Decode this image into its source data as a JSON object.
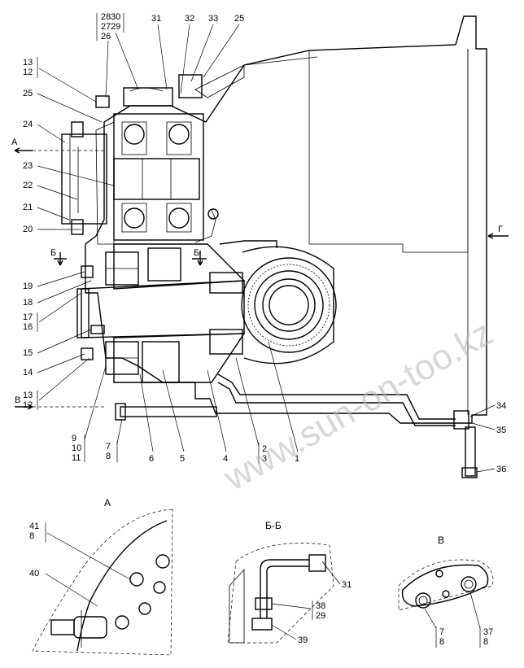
{
  "watermark": "www.sun-on-too.kz",
  "views": {
    "a": "A",
    "bb": "Б-Б",
    "v": "В"
  },
  "sections": {
    "a_left": "А",
    "b_top_left": "Б",
    "b_top_right": "Б",
    "v_left": "В",
    "g_right": "Г"
  },
  "callouts": {
    "c28": "28",
    "c27": "27",
    "c26": "26",
    "c30": "30",
    "c29": "29",
    "c31": "31",
    "c32": "32",
    "c33": "33",
    "c25top": "25",
    "c13a": "13",
    "c12a": "12",
    "c25": "25",
    "c24": "24",
    "c23": "23",
    "c22": "22",
    "c21": "21",
    "c20": "20",
    "c19": "19",
    "c18": "18",
    "c17": "17",
    "c16": "16",
    "c15": "15",
    "c14": "14",
    "c13b": "13",
    "c12b": "12",
    "c9": "9",
    "c10": "10",
    "c11": "11",
    "c7": "7",
    "c8": "8",
    "c6": "6",
    "c5": "5",
    "c4": "4",
    "c2": "2",
    "c3": "3",
    "c1": "1",
    "c34": "34",
    "c35": "35",
    "c36": "36",
    "c41": "41",
    "c8a": "8",
    "c40": "40",
    "c38": "38",
    "c29b": "29",
    "c31b": "31",
    "c39": "39",
    "c7v": "7",
    "c8v": "8",
    "c37": "37",
    "c8w": "8"
  }
}
